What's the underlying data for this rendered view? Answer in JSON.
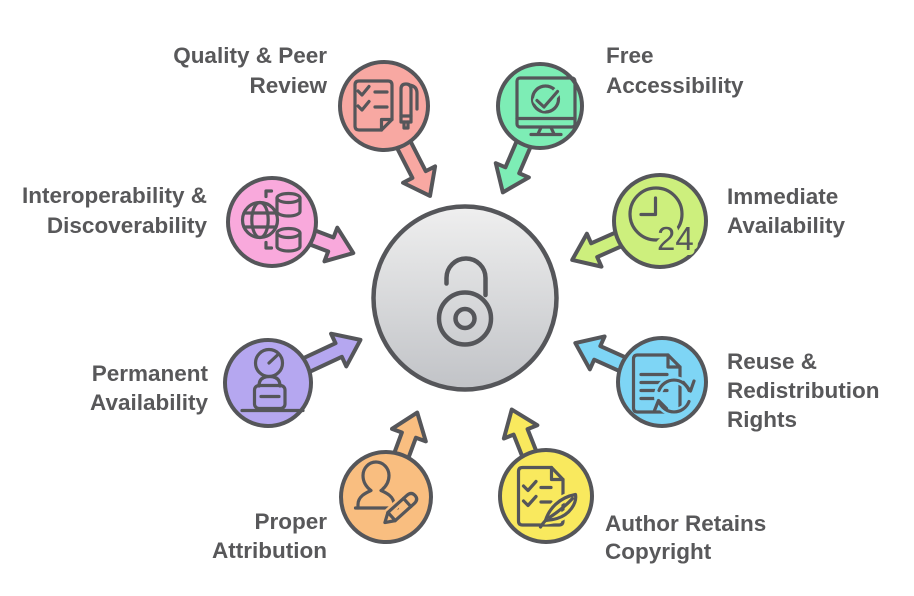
{
  "diagram_title": "Open Access benefits diagram",
  "colors": {
    "outline": "#55565A",
    "text": "#58585A",
    "center_top": "#EFEFEF",
    "center_bottom": "#C1C3C7"
  },
  "center": {
    "icon": "open-lock-icon"
  },
  "sectors": [
    {
      "id": "quality-peer-review",
      "label_lines": [
        "Quality & Peer",
        "Review"
      ],
      "color": "#F8A8A2",
      "icon": "checklist-pen-icon"
    },
    {
      "id": "free-accessibility",
      "label_lines": [
        "Free",
        "Accessibility"
      ],
      "color": "#7DEDB5",
      "icon": "monitor-check-icon"
    },
    {
      "id": "interoperability-discoverability",
      "label_lines": [
        "Interoperability &",
        "Discoverability"
      ],
      "color": "#F9A9DC",
      "icon": "globe-database-icon"
    },
    {
      "id": "immediate-availability",
      "label_lines": [
        "Immediate",
        "Availability"
      ],
      "color": "#CDEF7D",
      "icon": "clock-24-icon",
      "icon_text": "24"
    },
    {
      "id": "permanent-availability",
      "label_lines": [
        "Permanent",
        "Availability"
      ],
      "color": "#B5A7F0",
      "icon": "archive-clock-icon"
    },
    {
      "id": "reuse-redistribution-rights",
      "label_lines": [
        "Reuse &",
        "Redistribution",
        "Rights"
      ],
      "color": "#7ED5F5",
      "icon": "document-refresh-icon"
    },
    {
      "id": "proper-attribution",
      "label_lines": [
        "Proper",
        "Attribution"
      ],
      "color": "#F9BE80",
      "icon": "person-pencil-icon"
    },
    {
      "id": "author-retains-copyright",
      "label_lines": [
        "Author Retains",
        "Copyright"
      ],
      "color": "#F9E95E",
      "icon": "document-feather-icon"
    }
  ]
}
